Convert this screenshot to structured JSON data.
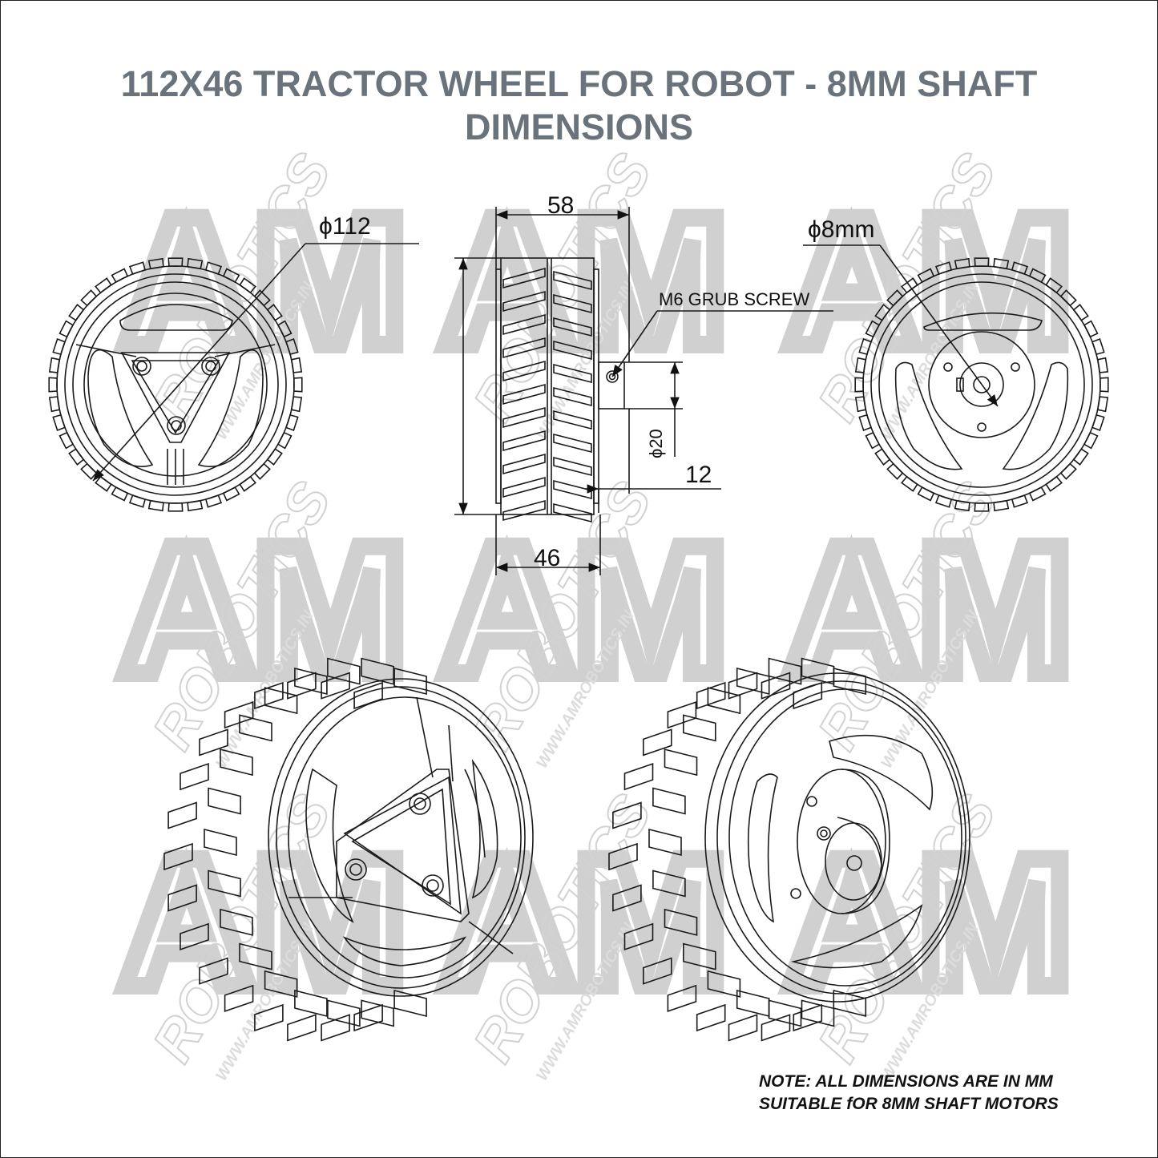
{
  "title": {
    "line1": "112X46 TRACTOR WHEEL FOR ROBOT - 8MM SHAFT",
    "line2": "DIMENSIONS"
  },
  "dimensions": {
    "outer_diameter": "ϕ112",
    "overall_width": "58",
    "grub_screw": "M6 GRUB SCREW",
    "hub_diameter": "ϕ20",
    "hub_length": "12",
    "tread_width": "46",
    "shaft_diameter": "ϕ8mm"
  },
  "note": {
    "line1": "NOTE: ALL DIMENSIONS ARE IN MM",
    "line2": "SUITABLE fOR 8MM SHAFT MOTORS"
  },
  "watermark": {
    "logo": "AM",
    "brand": "ROBOTICS",
    "url": "WWW.AMROBOTICS.IN"
  },
  "colors": {
    "title": "#6a737b",
    "line": "#1a1a1a",
    "watermark": "#d0d0d0"
  }
}
